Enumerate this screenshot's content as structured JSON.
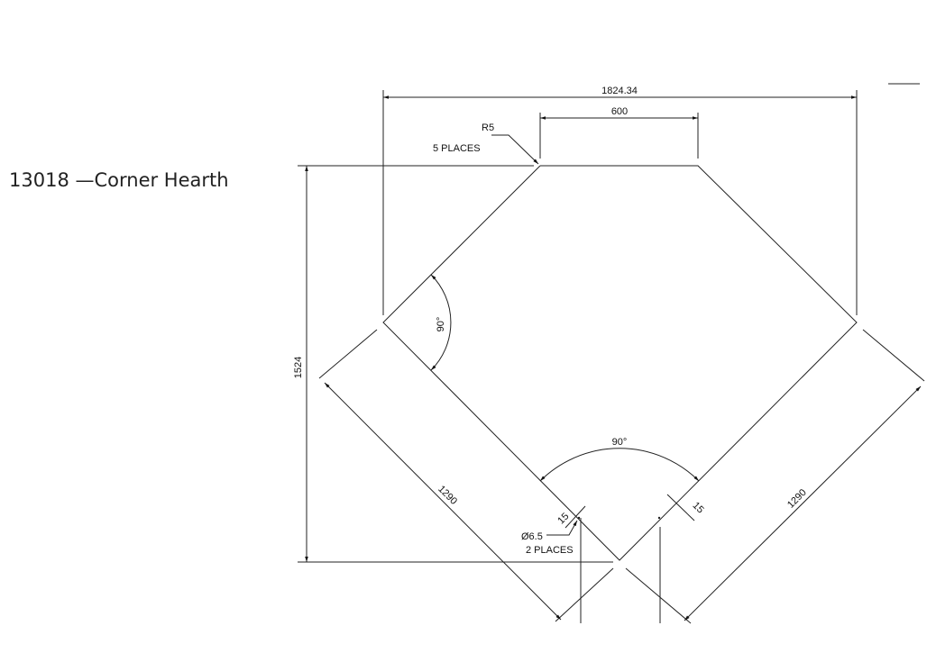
{
  "title": "13018 —Corner Hearth",
  "drawing": {
    "overall_width": "1824.34",
    "top_edge": "600",
    "corner_radius": "R5",
    "corner_radius_count": "5 PLACES",
    "height": "1524",
    "left_side": "1290",
    "right_side": "1290",
    "left_angle": "90°",
    "bottom_angle": "90°",
    "hole_offset_left": "15",
    "hole_offset_right": "15",
    "hole_diameter": "Ø6.5",
    "hole_count": "2 PLACES"
  }
}
